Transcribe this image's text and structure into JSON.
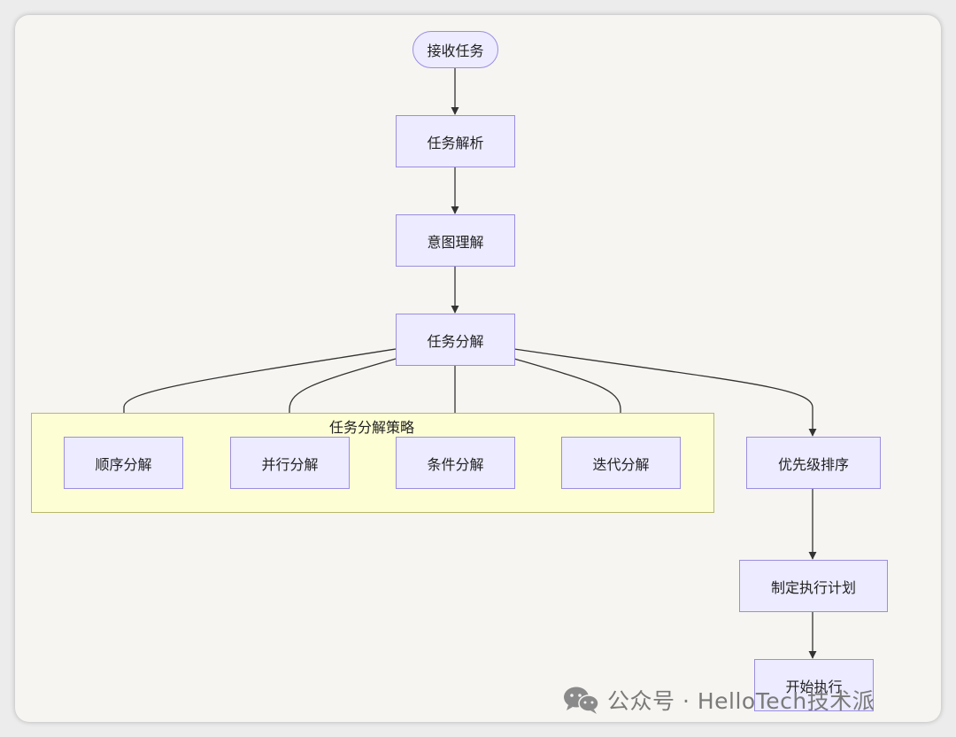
{
  "nodes": {
    "receive_task": "接收任务",
    "task_parse": "任务解析",
    "intent_understand": "意图理解",
    "task_decompose": "任务分解",
    "sequential": "顺序分解",
    "parallel": "并行分解",
    "conditional": "条件分解",
    "iterative": "迭代分解",
    "priority_sort": "优先级排序",
    "make_plan": "制定执行计划",
    "start_exec": "开始执行"
  },
  "group": {
    "title": "任务分解策略"
  },
  "watermark": {
    "text": "公众号 · HelloTech技术派",
    "icon": "wechat-icon"
  },
  "colors": {
    "node_fill": "#ecebff",
    "node_border": "#9b8ee0",
    "group_fill": "#fefed4",
    "group_border": "#b8b86e",
    "edge": "#333333",
    "background": "#f6f5f1"
  }
}
